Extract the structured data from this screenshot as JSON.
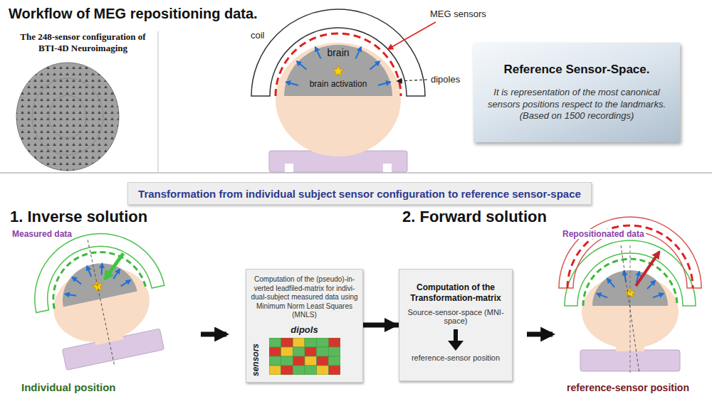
{
  "diagram": {
    "title": "Workflow of MEG repositioning data.",
    "nodes": [
      {
        "text": [
          "Reference Sensor-Space.",
          "It is representation of the most canonical sensors positions respect to the landmarks.",
          "(Based on 1500 recordings)"
        ]
      },
      {
        "text": [
          "Transformation from individual subject sensor configuration to reference sensor-space"
        ]
      },
      {
        "text": [
          "Computation of the (pseudo)-in- verted leadfiled-matrix for indivi- dual-subject measured data using Minimum Norm Least Squares (MNLS)",
          "dipols",
          "sensors"
        ]
      },
      {
        "text": [
          "Computation of the Transformation-matrix",
          "Source-sensor-space (MNI-space)",
          "reference-sensor position"
        ]
      }
    ],
    "edges": [
      {
        "from": 2,
        "to": 3,
        "arrow": "to"
      }
    ],
    "labels": [
      "The 248-sensor configuration of BTI-4D Neuroimaging",
      "coil",
      "MEG sensors",
      "brain",
      "brain activation",
      "dipoles",
      "1. Inverse solution",
      "2. Forward solution",
      "Measured data",
      "Individual position",
      "Repositionated data",
      "reference-sensor position"
    ]
  }
}
